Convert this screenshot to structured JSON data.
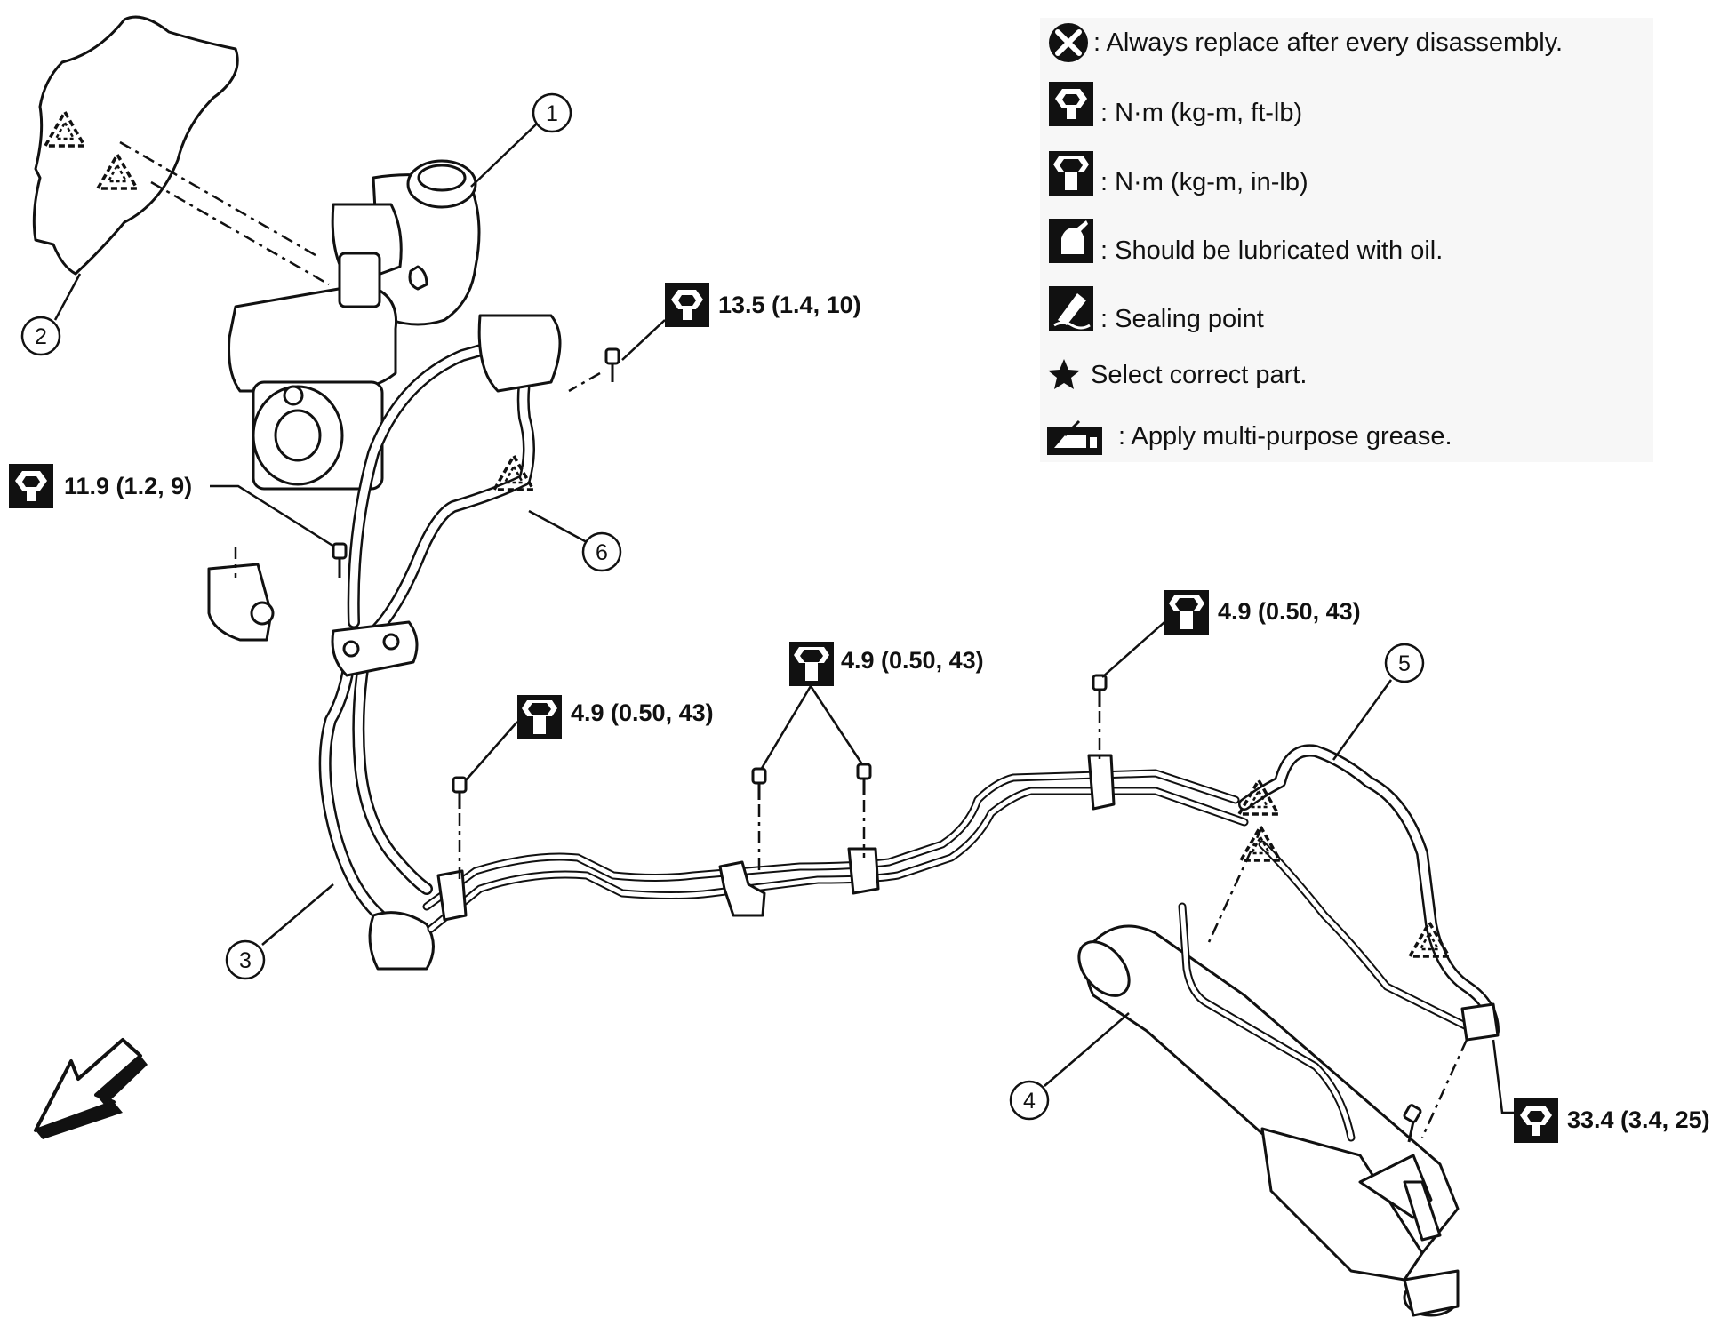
{
  "callouts": {
    "c1": "1",
    "c2": "2",
    "c3": "3",
    "c4": "4",
    "c5": "5",
    "c6": "6"
  },
  "torque_specs": {
    "t_13_5": "13.5 (1.4, 10)",
    "t_11_9": "11.9 (1.2, 9)",
    "t_4_9_a": "4.9 (0.50, 43)",
    "t_4_9_b": "4.9 (0.50, 43)",
    "t_4_9_c": "4.9 (0.50, 43)",
    "t_33_4": "33.4 (3.4, 25)"
  },
  "legend": {
    "replace": ": Always replace after every disassembly.",
    "torque_ftlb": ": N·m (kg-m, ft-lb)",
    "torque_inlb": ": N·m (kg-m, in-lb)",
    "oil": ": Should be lubricated with oil.",
    "sealing": ": Sealing point",
    "select": "Select correct part.",
    "grease": ": Apply multi-purpose grease."
  },
  "icons": {
    "replace": "x-circle-icon",
    "torque_ftlb": "open-wrench-icon",
    "torque_inlb": "hex-wrench-icon",
    "oil": "oil-can-icon",
    "sealing": "sealant-icon",
    "select": "star-icon",
    "grease": "grease-gun-icon",
    "front": "front-direction-arrow-icon"
  },
  "colors": {
    "ink": "#111111",
    "paper": "#ffffff"
  }
}
